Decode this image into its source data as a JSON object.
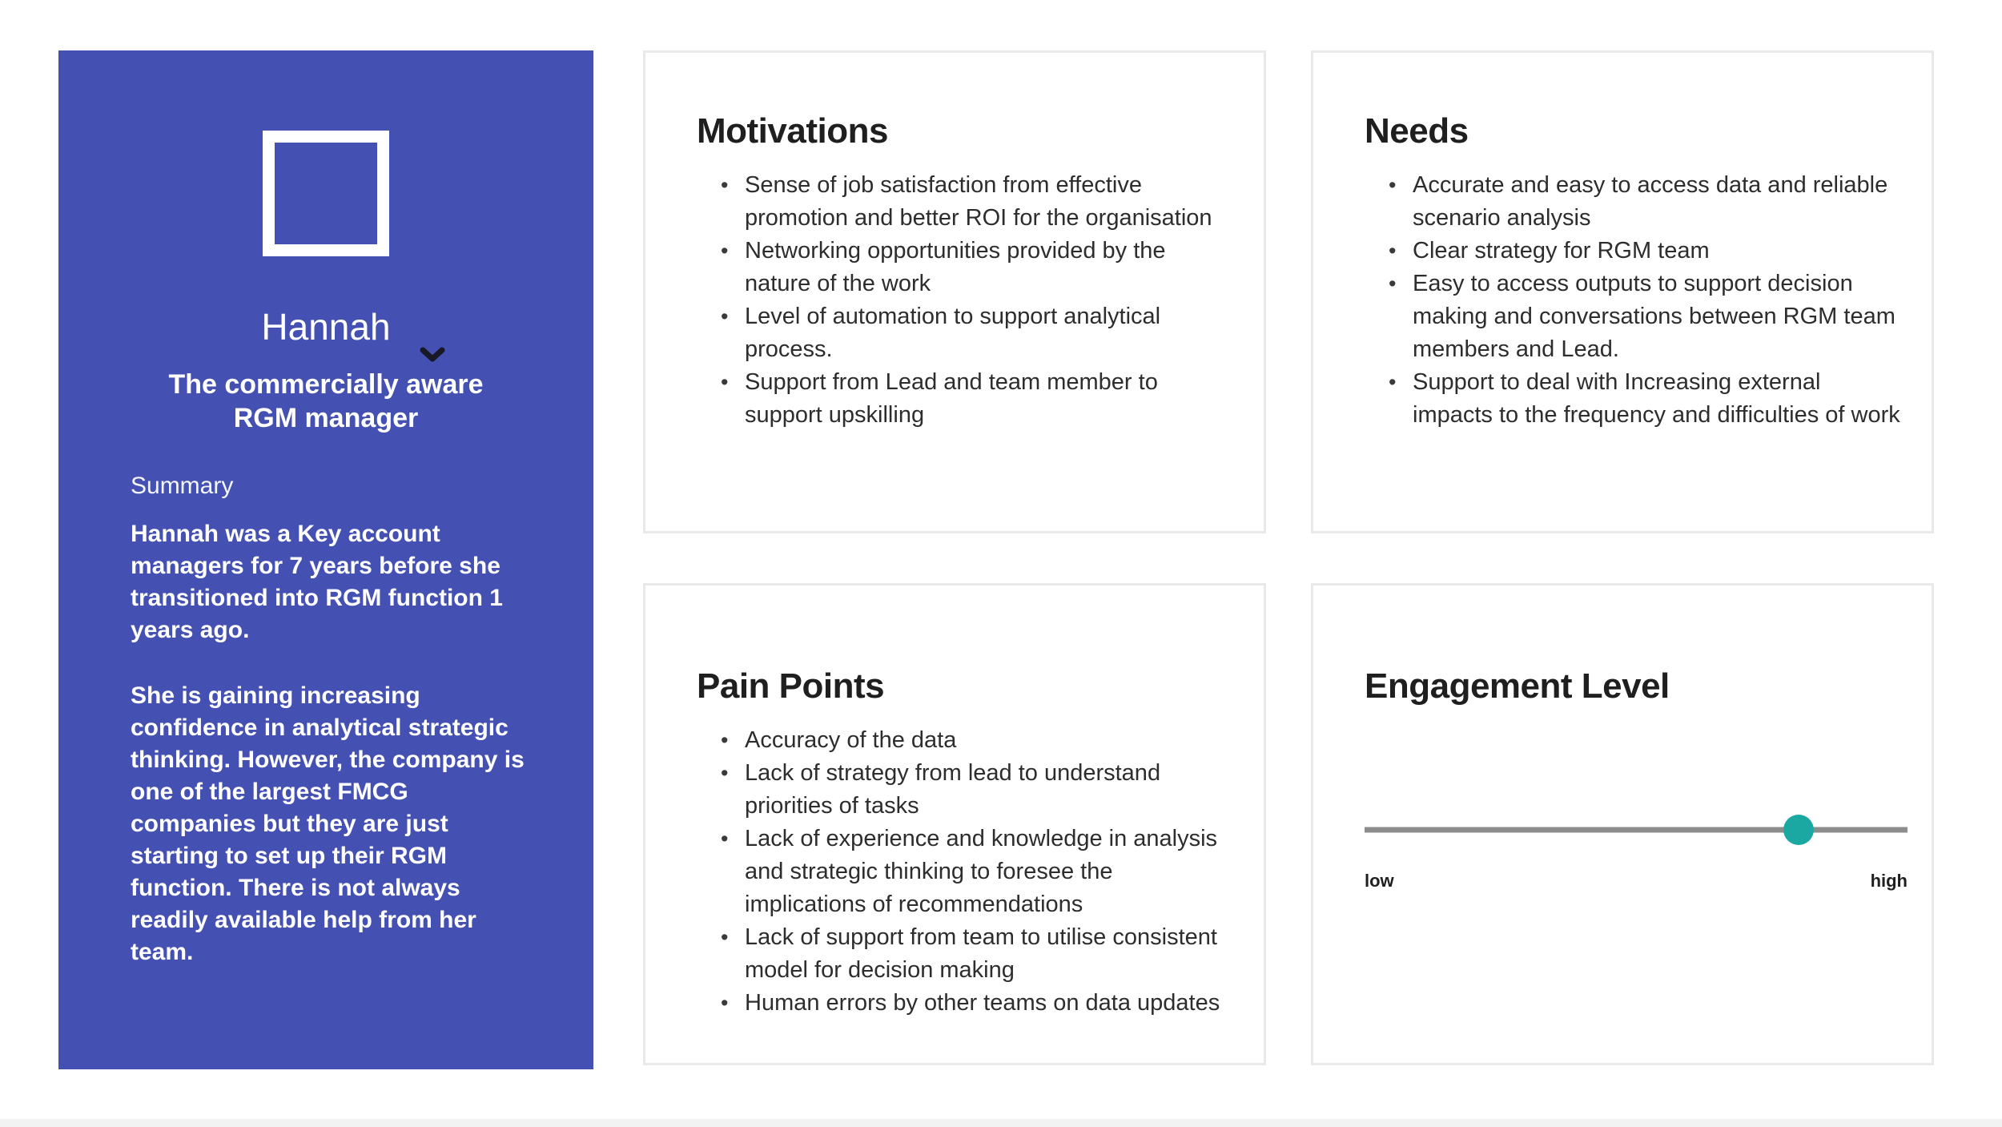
{
  "persona": {
    "name": "Hannah",
    "tagline": "The commercially aware RGM manager",
    "summary_label": "Summary",
    "summary_paragraphs": [
      "Hannah was a Key account managers for 7 years before she transitioned into RGM function 1 years ago.",
      "She is gaining increasing confidence in analytical strategic thinking. However, the company is one of the largest FMCG companies but they are just starting to set up their RGM function. There is not always readily available help from her team."
    ],
    "avatar_icon": "square-placeholder",
    "expander_icon": "chevron-down"
  },
  "cards": {
    "motivations": {
      "title": "Motivations",
      "bullets": [
        "Sense of job satisfaction from effective promotion and better ROI for the organisation",
        "Networking opportunities provided by the nature of the work",
        "Level of automation to support analytical process.",
        "Support from Lead and team member to support upskilling"
      ]
    },
    "needs": {
      "title": "Needs",
      "bullets": [
        "Accurate and easy to access data and reliable scenario analysis",
        "Clear strategy for RGM team",
        "Easy to access outputs to support decision making and conversations between RGM team members and Lead.",
        "Support to deal with Increasing external impacts to the frequency and difficulties of work"
      ]
    },
    "pain_points": {
      "title": "Pain Points",
      "bullets": [
        "Accuracy of the data",
        "Lack of strategy from lead to understand priorities of tasks",
        "Lack of experience and knowledge in analysis and strategic thinking to foresee the implications of recommendations",
        "Lack of support from team to utilise consistent model for decision making",
        "Human errors by other teams on data updates"
      ]
    },
    "engagement": {
      "title": "Engagement Level",
      "low_label": "low",
      "high_label": "high",
      "value_percent": 80
    }
  },
  "colors": {
    "sidebar_bg": "#4450b2",
    "accent_teal": "#1ca8a2",
    "slider_track_gray": "#8c8c8c",
    "card_border": "#e9e9e9",
    "heading_text": "#1f1f1f",
    "footer_strip": "#f2f2f2"
  }
}
